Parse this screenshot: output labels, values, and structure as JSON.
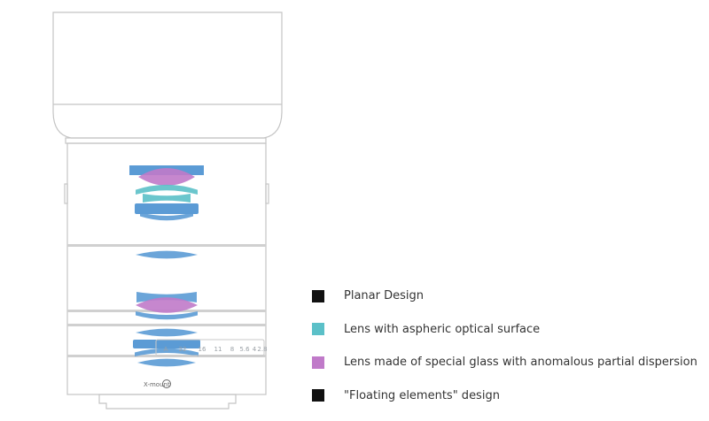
{
  "colors": {
    "outline": "#c4c4c4",
    "standard_lens": "#5b9bd5",
    "aspheric_lens": "#5bc0c8",
    "special_glass_lens": "#c07ac9",
    "scale_text": "#9aa0a6"
  },
  "lens_barrel": {
    "aperture_scale": [
      "A",
      "22",
      "16",
      "11",
      "8",
      "5.6",
      "4",
      "2.8"
    ],
    "mount_label": "X-mount"
  },
  "legend": {
    "items": [
      {
        "label": "Planar Design",
        "color": "#111111"
      },
      {
        "label": "Lens with aspheric optical surface",
        "color": "#5bc0c8"
      },
      {
        "label": "Lens made of special glass with anomalous partial dispersion",
        "color": "#c07ac9"
      },
      {
        "label": "\"Floating elements\" design",
        "color": "#111111"
      }
    ]
  }
}
